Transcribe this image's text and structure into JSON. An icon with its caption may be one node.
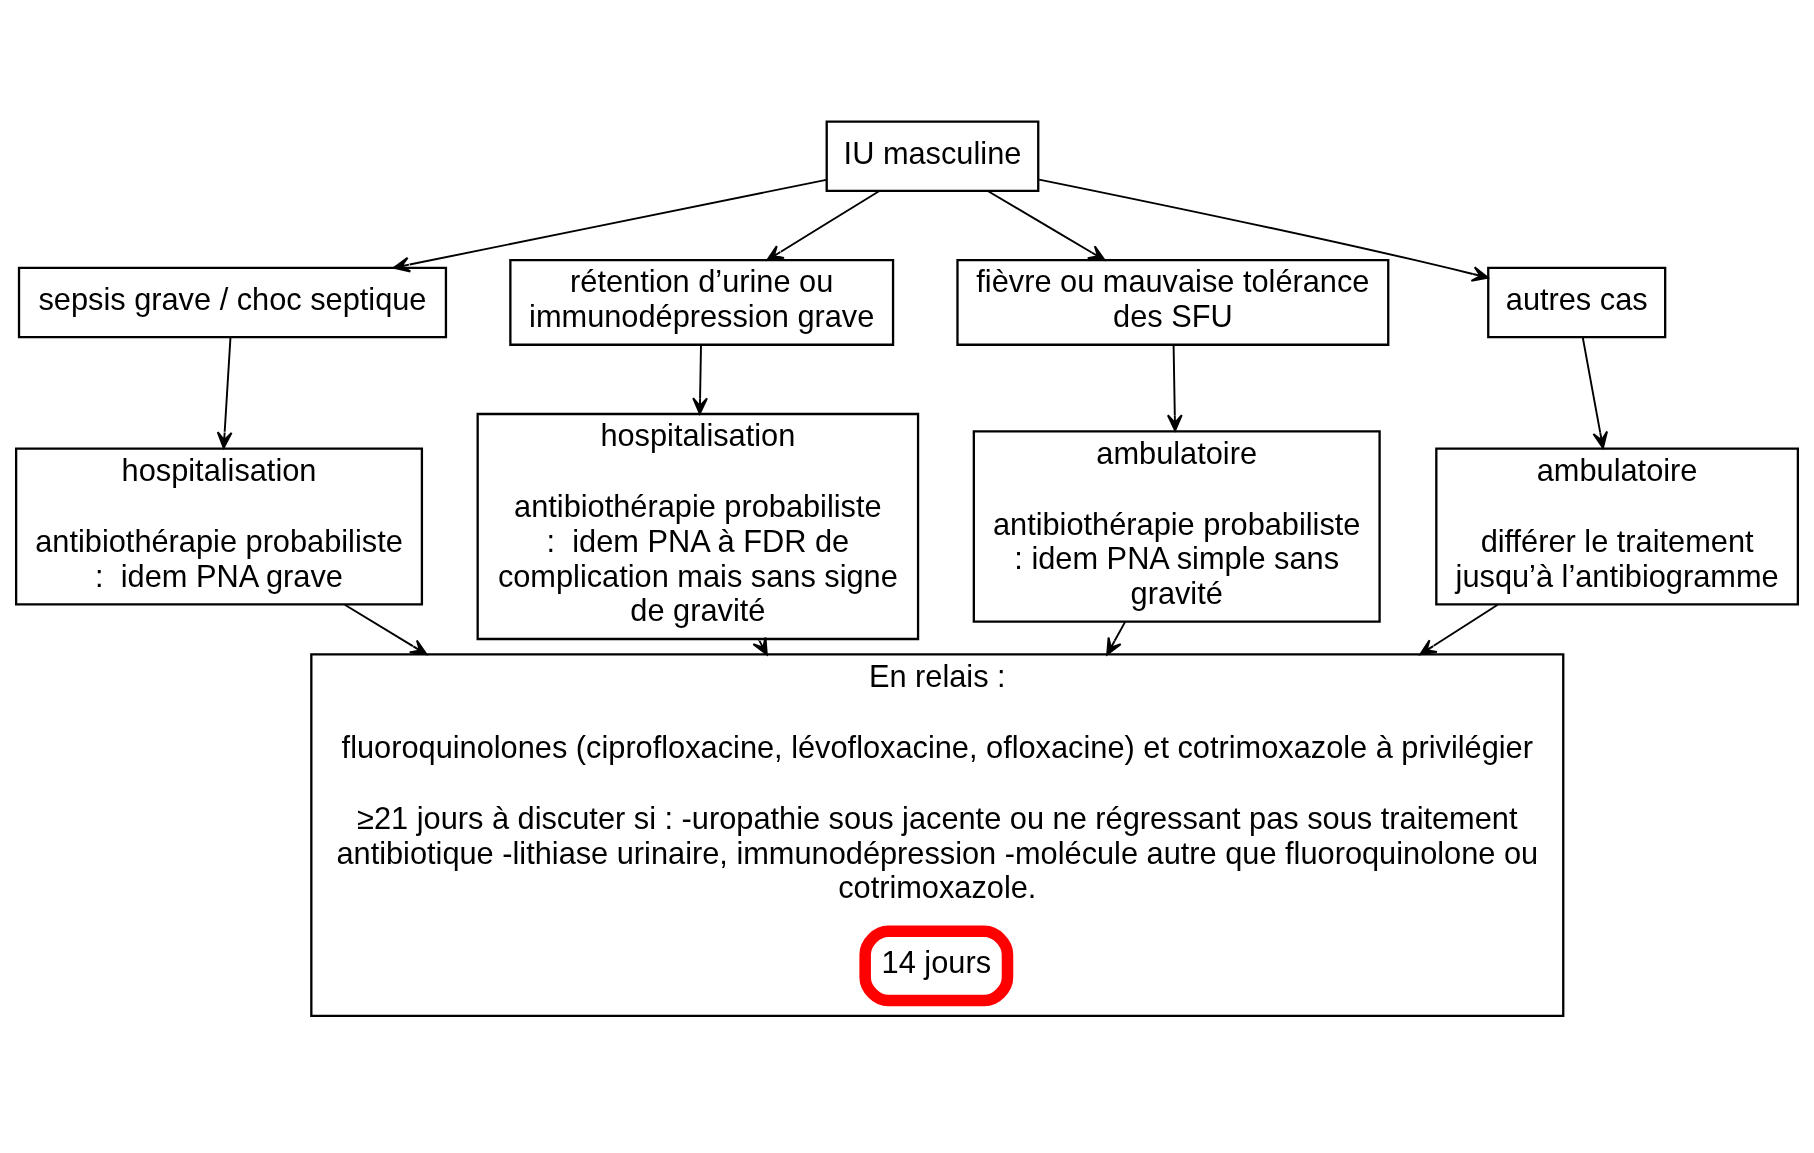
{
  "diagram": {
    "nodes": [
      {
        "text": [
          "IU masculine"
        ]
      },
      {
        "text": [
          "sepsis grave / choc septique"
        ]
      },
      {
        "text": [
          "rétention d’urine ou immunodépression grave"
        ]
      },
      {
        "text": [
          "fièvre ou mauvaise tolérance des SFU"
        ]
      },
      {
        "text": [
          "autres cas"
        ]
      },
      {
        "text": [
          "hospitalisation",
          "antibiothérapie probabiliste :  idem PNA grave"
        ]
      },
      {
        "text": [
          "hospitalisation",
          "antibiothérapie probabiliste :  idem PNA à FDR de complication mais sans signe de gravité"
        ]
      },
      {
        "text": [
          "ambulatoire",
          "antibiothérapie probabiliste : idem PNA simple sans gravité"
        ]
      },
      {
        "text": [
          "ambulatoire",
          "différer le traitement jusqu’à l’antibiogramme"
        ]
      },
      {
        "text": [
          "En relais :",
          "fluoroquinolones (ciprofloxacine, lévofloxacine, ofloxacine) et cotrimoxazole à privilégier",
          "≥21 jours à discuter si : -uropathie sous jacente ou ne régressant pas sous traitement antibiotique -lithiase urinaire, immunodépression -molécule autre que fluoroquinolone ou cotrimoxazole."
        ]
      },
      {
        "text": [
          "14 jours"
        ],
        "in": 9
      }
    ],
    "edges": [
      {
        "from": 0,
        "to": 1,
        "arrow": "to"
      },
      {
        "from": 0,
        "to": 2,
        "arrow": "to"
      },
      {
        "from": 0,
        "to": 3,
        "arrow": "to"
      },
      {
        "from": 0,
        "to": 4,
        "arrow": "to"
      },
      {
        "from": 1,
        "to": 5,
        "arrow": "to"
      },
      {
        "from": 2,
        "to": 6,
        "arrow": "to"
      },
      {
        "from": 3,
        "to": 7,
        "arrow": "to"
      },
      {
        "from": 4,
        "to": 8,
        "arrow": "to"
      },
      {
        "from": 5,
        "to": 9,
        "arrow": "to"
      },
      {
        "from": 6,
        "to": 9,
        "arrow": "to"
      },
      {
        "from": 7,
        "to": 9,
        "arrow": "to"
      },
      {
        "from": 8,
        "to": 9,
        "arrow": "to"
      }
    ]
  }
}
